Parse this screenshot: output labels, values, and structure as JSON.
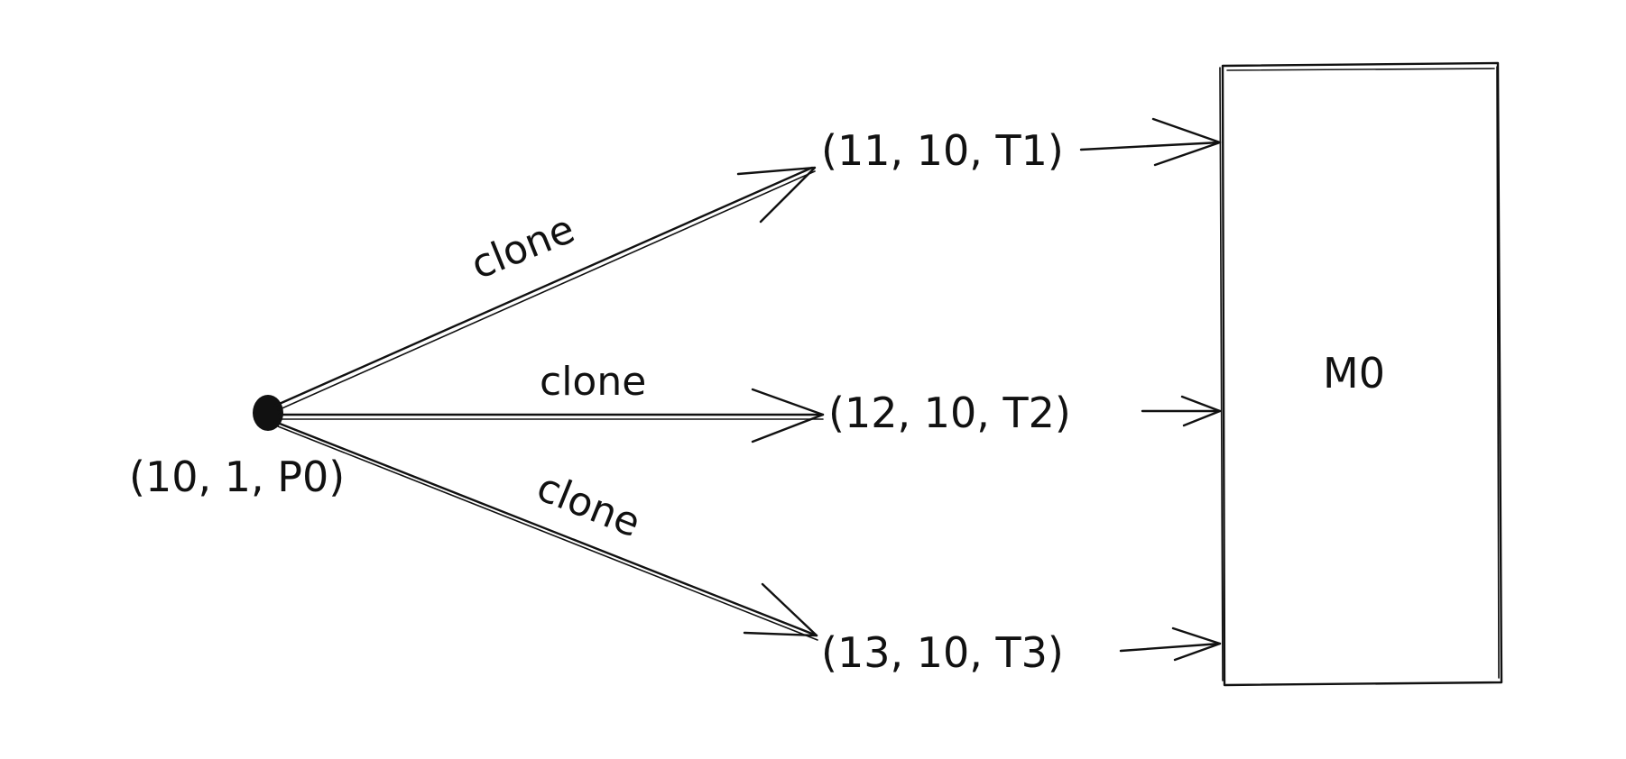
{
  "colors": {
    "ink": "#111111",
    "background": "#ffffff"
  },
  "diagram": {
    "source": {
      "label": "(10, 1, P0)"
    },
    "edge_labels": [
      "clone",
      "clone",
      "clone"
    ],
    "threads": [
      {
        "label": "(11, 10, T1)"
      },
      {
        "label": "(12, 10, T2)"
      },
      {
        "label": "(13, 10, T3)"
      }
    ],
    "memory": {
      "label": "M0"
    }
  }
}
